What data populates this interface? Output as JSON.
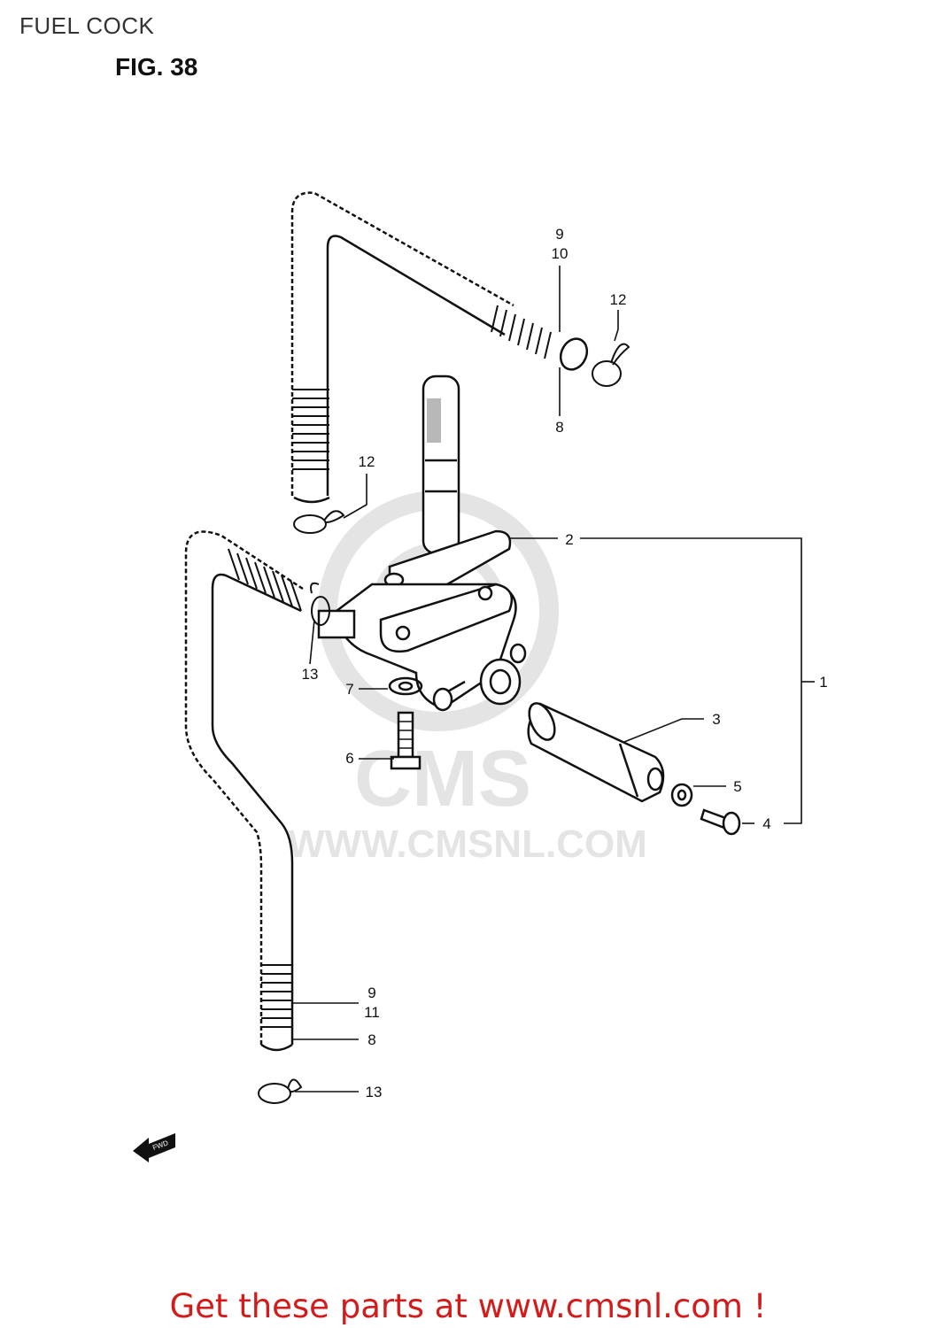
{
  "header": {
    "title": "FUEL COCK",
    "figure_label": "FIG. 38"
  },
  "callouts": {
    "top_hose_9": "9",
    "top_hose_10": "10",
    "top_hose_8": "8",
    "clip_12_top": "12",
    "clip_12_left": "12",
    "lever_2": "2",
    "assembly_1": "1",
    "clip_13_mid": "13",
    "washer_7": "7",
    "bolt_6": "6",
    "plunger_3": "3",
    "washer_5": "5",
    "screw_4": "4",
    "bottom_hose_9": "9",
    "bottom_hose_11": "11",
    "bottom_hose_8": "8",
    "clip_13_bottom": "13"
  },
  "fwd_marker": "FWD",
  "watermark": {
    "brand": "CMS",
    "url": "WWW.CMSNL.COM",
    "color": "#cfcfcf"
  },
  "footer": {
    "link_text": "Get these parts at www.cmsnl.com !",
    "link_color": "#d21c1c"
  }
}
